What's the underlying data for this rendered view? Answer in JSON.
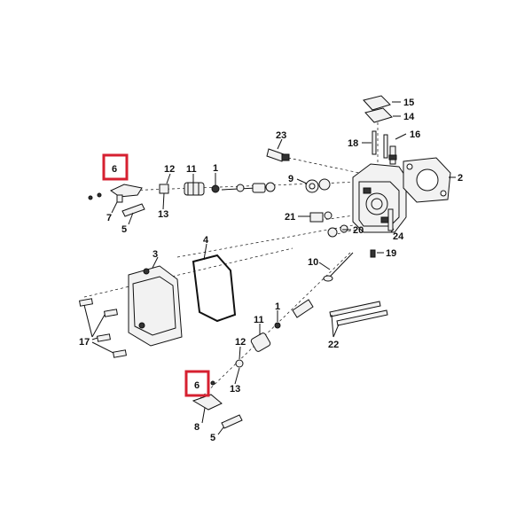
{
  "callouts": {
    "c1a": "1",
    "c1b": "1",
    "c2": "2",
    "c3": "3",
    "c4": "4",
    "c5a": "5",
    "c5b": "5",
    "c6a": "6",
    "c6b": "6",
    "c7": "7",
    "c8": "8",
    "c9": "9",
    "c10": "10",
    "c11a": "11",
    "c11b": "11",
    "c12a": "12",
    "c12b": "12",
    "c13a": "13",
    "c13b": "13",
    "c14": "14",
    "c15": "15",
    "c16": "16",
    "c17": "17",
    "c18": "18",
    "c19": "19",
    "c20": "20",
    "c21": "21",
    "c22": "22",
    "c23": "23",
    "c24": "24"
  },
  "colors": {
    "highlight": "#d62030",
    "line": "#111111",
    "part_fill": "#f2f2f2"
  }
}
